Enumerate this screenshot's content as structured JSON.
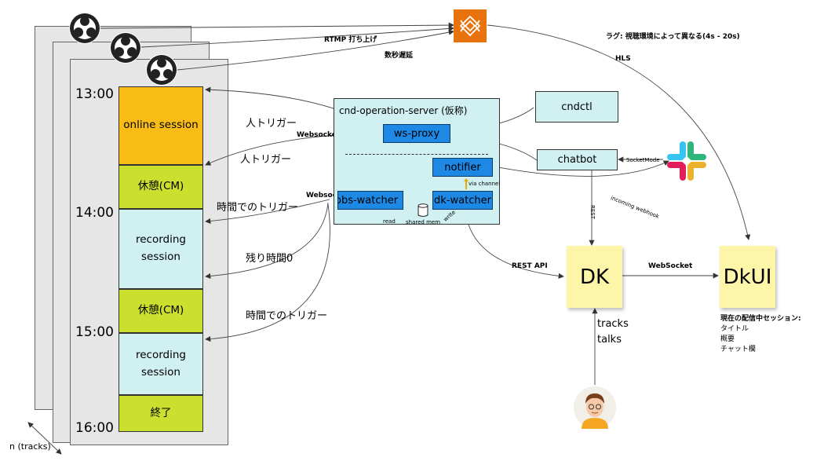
{
  "times": [
    "13:00",
    "14:00",
    "15:00",
    "16:00"
  ],
  "slots": [
    {
      "label": "online session",
      "color": "#f9bc16"
    },
    {
      "label": "休憩(CM)",
      "color": "#cadf2e"
    },
    {
      "label": "recording session",
      "color": "#d0f0f2"
    },
    {
      "label": "休憩(CM)",
      "color": "#cadf2e"
    },
    {
      "label": "recording session",
      "color": "#d0f0f2"
    },
    {
      "label": "終了",
      "color": "#cadf2e"
    }
  ],
  "tracks_label": "n (tracks)",
  "server": {
    "title": "cnd-operation-server (仮称)",
    "ws_proxy": "ws-proxy",
    "notifier": "notifier",
    "obs_watcher": "obs-watcher",
    "dk_watcher": "dk-watcher",
    "shared_mem": "shared mem",
    "read": "read",
    "write": "write",
    "via_channel": "via channel"
  },
  "cndctl": "cndctl",
  "chatbot": "chatbot",
  "dk": "DK",
  "dkui": "DkUI",
  "edge_labels": {
    "rtmp": "RTMP 打ち上げ",
    "delay": "数秒遅延",
    "lag": "ラグ: 視聴環境によって異なる(4s - 20s)",
    "hls": "HLS",
    "human_trigger_1": "人トリガー",
    "human_trigger_2": "人トリガー",
    "websocket_1": "Websocket",
    "websocket_2": "Websocket",
    "time_trigger_1": "時間でのトリガー",
    "remaining_zero": "残り時間0",
    "time_trigger_2": "時間でのトリガー",
    "socket_mode": "SocketMode",
    "incoming_webhook": "incoming webhook",
    "rest": "REST",
    "rest_api": "REST API",
    "websocket_dk": "WebSocket",
    "tracks": "tracks",
    "talks": "talks"
  },
  "dkui_notes": {
    "heading": "現在の配信中セッション:",
    "items": [
      "タイトル",
      "概要",
      "チャット欄"
    ]
  },
  "icons": [
    "obs-icon",
    "aws-medialive-icon",
    "slack-icon",
    "user-avatar-icon",
    "database-icon"
  ]
}
